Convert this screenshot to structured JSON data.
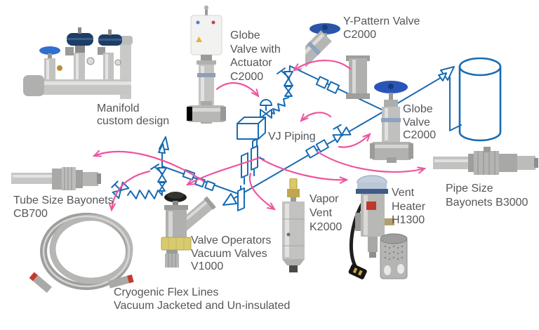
{
  "title": "Cryogenic vacuum jacketed piping products diagram",
  "colors": {
    "pipe_blue": "#176bb3",
    "arrow_pink": "#ee55a0",
    "label_text": "#55565a"
  },
  "labels": {
    "manifold": [
      "Manifold",
      "custom design"
    ],
    "globe_valve_actuator": [
      "Globe",
      "Valve with",
      "Actuator",
      "C2000"
    ],
    "y_pattern_valve": [
      "Y-Pattern Valve",
      "C2000"
    ],
    "globe_valve": [
      "Globe",
      "Valve",
      "C2000"
    ],
    "vj_piping": [
      "VJ Piping"
    ],
    "tube_bayonets": [
      "Tube Size Bayonets",
      "CB700"
    ],
    "flex_lines": [
      "Cryogenic Flex Lines",
      "Vacuum Jacketed and Un-insulated"
    ],
    "vacuum_valves": [
      "Valve Operators",
      "Vacuum Valves",
      "V1000"
    ],
    "vapor_vent": [
      "Vapor",
      "Vent",
      "K2000"
    ],
    "vent_heater": [
      "Vent",
      "Heater",
      "H1300"
    ],
    "pipe_bayonets": [
      "Pipe Size",
      "Bayonets B3000"
    ]
  }
}
